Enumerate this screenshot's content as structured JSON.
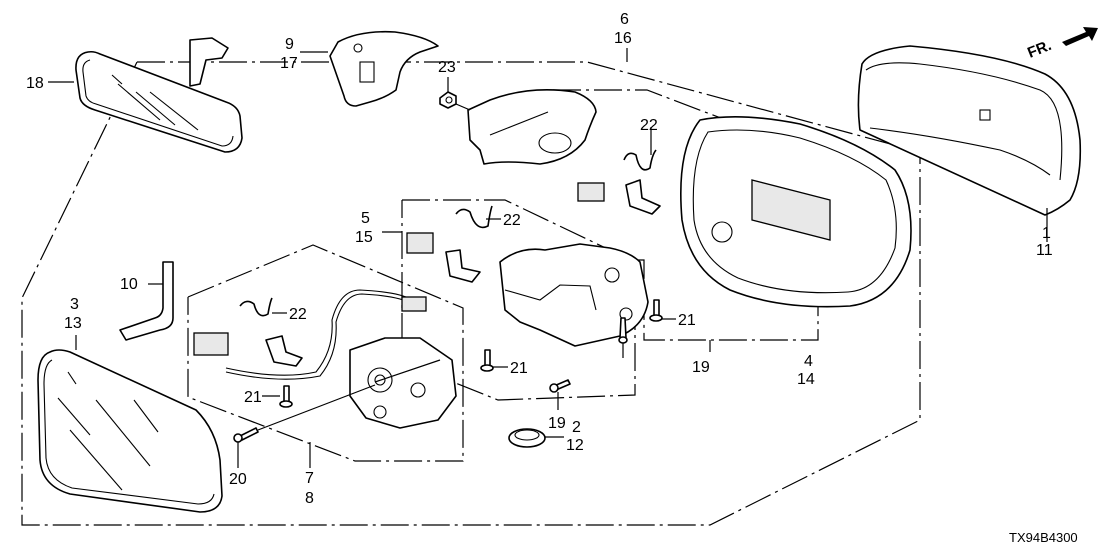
{
  "diagram": {
    "code": "TX94B4300",
    "direction_label": "FR.",
    "callouts": [
      {
        "id": "c1",
        "numbers": [
          "1",
          "11"
        ]
      },
      {
        "id": "c2",
        "numbers": [
          "2",
          "12"
        ]
      },
      {
        "id": "c3",
        "numbers": [
          "3",
          "13"
        ]
      },
      {
        "id": "c4",
        "numbers": [
          "4",
          "14"
        ]
      },
      {
        "id": "c5",
        "numbers": [
          "5",
          "15"
        ]
      },
      {
        "id": "c6",
        "numbers": [
          "6",
          "16"
        ]
      },
      {
        "id": "c7",
        "numbers": [
          "7",
          "8"
        ]
      },
      {
        "id": "c9",
        "numbers": [
          "9",
          "17"
        ]
      },
      {
        "id": "c10",
        "numbers": [
          "10"
        ]
      },
      {
        "id": "c18",
        "numbers": [
          "18"
        ]
      },
      {
        "id": "c19a",
        "numbers": [
          "19"
        ]
      },
      {
        "id": "c19b",
        "numbers": [
          "19"
        ]
      },
      {
        "id": "c20",
        "numbers": [
          "20"
        ]
      },
      {
        "id": "c21a",
        "numbers": [
          "21"
        ]
      },
      {
        "id": "c21b",
        "numbers": [
          "21"
        ]
      },
      {
        "id": "c21c",
        "numbers": [
          "21"
        ]
      },
      {
        "id": "c22a",
        "numbers": [
          "22"
        ]
      },
      {
        "id": "c22b",
        "numbers": [
          "22"
        ]
      },
      {
        "id": "c22c",
        "numbers": [
          "22"
        ]
      },
      {
        "id": "c23",
        "numbers": [
          "23"
        ]
      }
    ]
  }
}
